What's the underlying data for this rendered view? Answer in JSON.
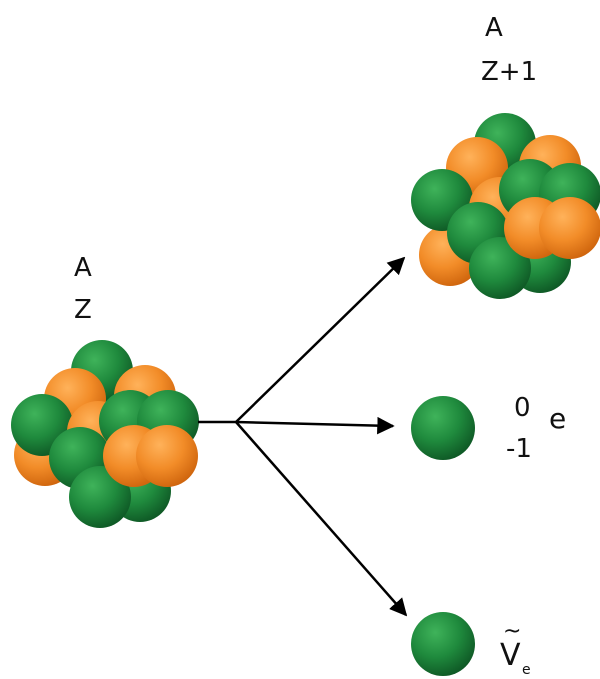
{
  "parent": {
    "mass_label": "A",
    "atomic_label": "Z"
  },
  "daughter": {
    "mass_label": "A",
    "atomic_label": "Z+1"
  },
  "electron": {
    "upper_index": "0",
    "lower_index": "-1",
    "symbol": "e"
  },
  "antineutrino": {
    "tilde": "~",
    "symbol": "V",
    "subscript": "e"
  },
  "colors": {
    "neutron": "#1f8a3d",
    "proton": "#f28c28",
    "arrow": "#000000",
    "text": "#111111"
  }
}
